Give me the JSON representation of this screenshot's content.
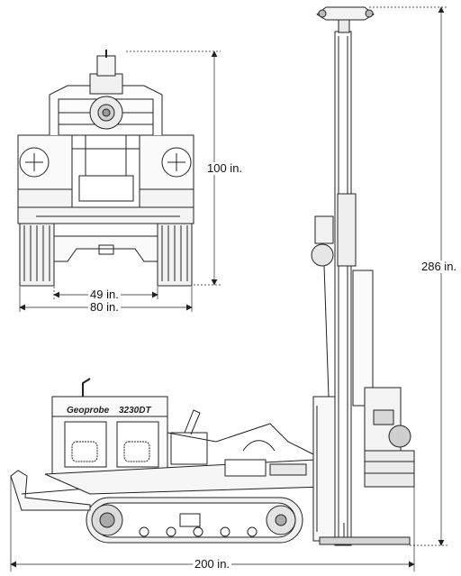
{
  "dimensions": {
    "height_front": "100 in.",
    "track_inner": "49 in.",
    "track_outer": "80 in.",
    "height_mast": "286 in.",
    "length_overall": "200 in."
  },
  "side_view": {
    "brand": "Geoprobe",
    "model": "3230DT"
  }
}
